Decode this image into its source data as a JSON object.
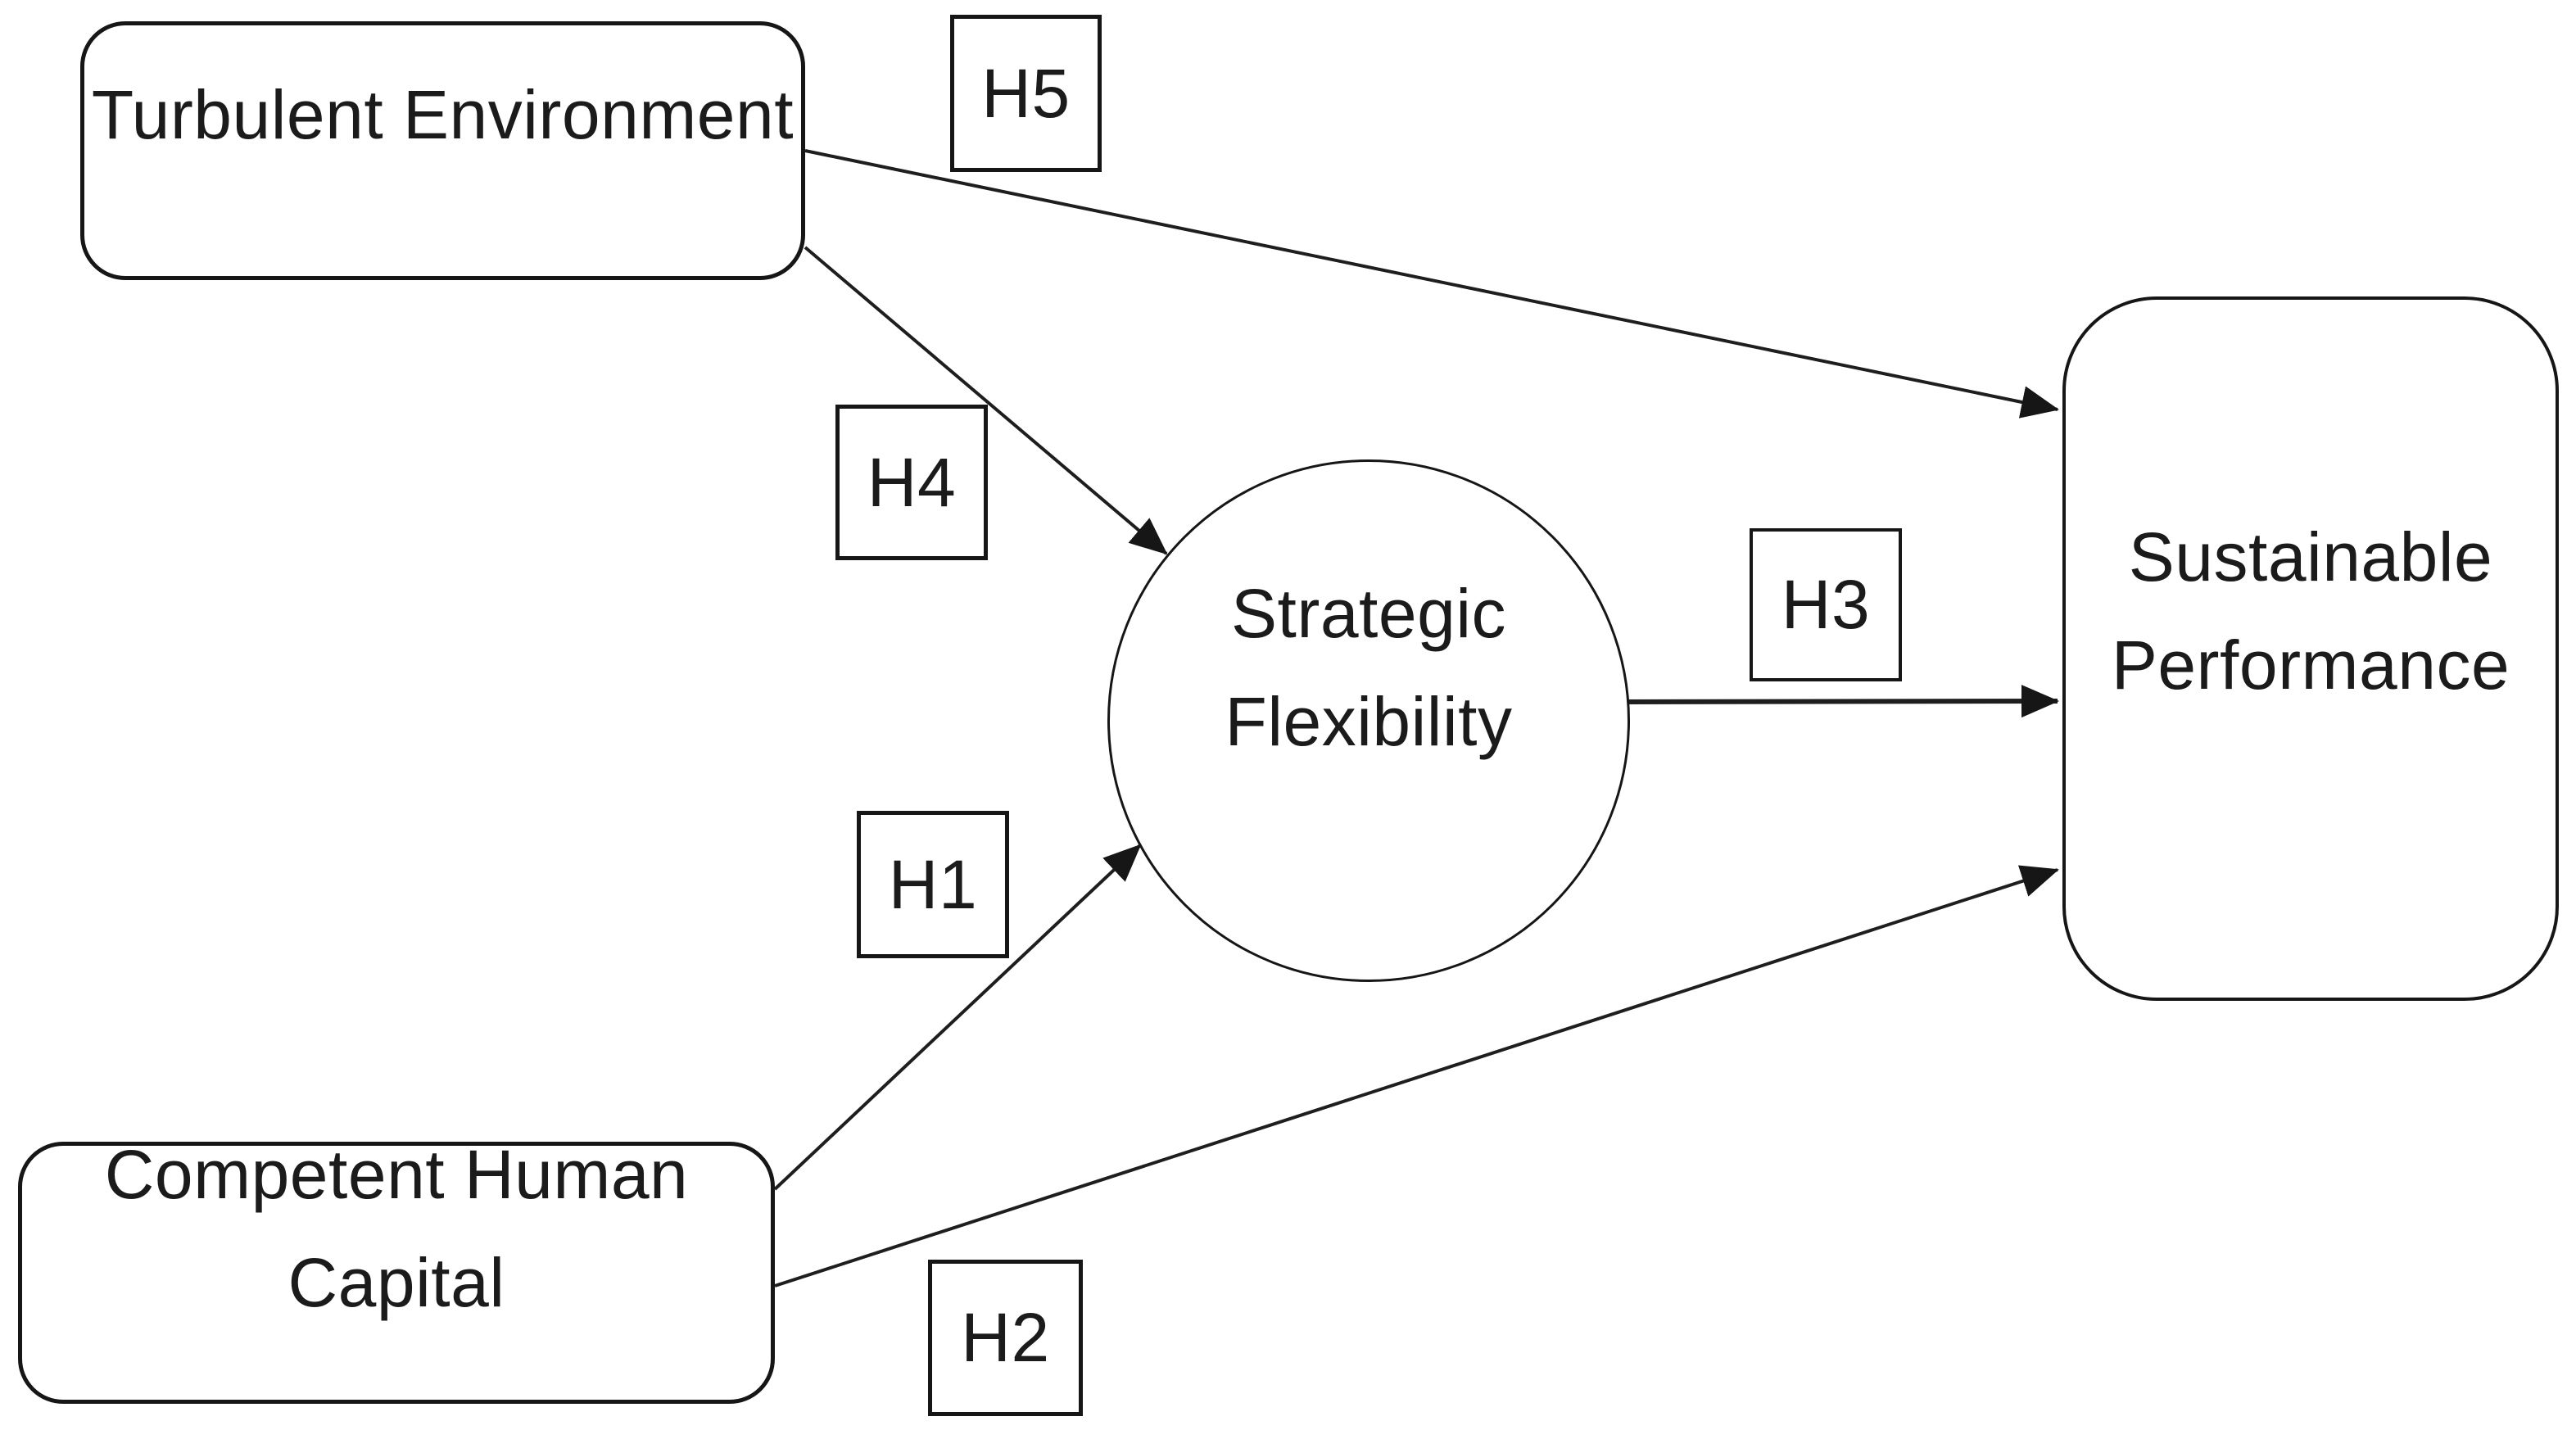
{
  "diagram": {
    "type": "conceptual-model",
    "background": "#ffffff",
    "stroke_color": "#1b1b1b",
    "text_color": "#1b1b1b"
  },
  "nodes": {
    "turbulent_environment": {
      "label": "Turbulent Environment",
      "shape": "rounded-rectangle"
    },
    "competent_human_capital": {
      "label": "Competent Human Capital",
      "shape": "rounded-rectangle"
    },
    "strategic_flexibility": {
      "line1": "Strategic",
      "line2": "Flexibility",
      "shape": "circle"
    },
    "sustainable_performance": {
      "line1": "Sustainable",
      "line2": "Performance",
      "shape": "rounded-rectangle"
    }
  },
  "hypothesis_labels": {
    "h1": "H1",
    "h2": "H2",
    "h3": "H3",
    "h4": "H4",
    "h5": "H5"
  },
  "edges": [
    {
      "label": "H1",
      "from": "Competent Human Capital",
      "to": "Strategic Flexibility"
    },
    {
      "label": "H2",
      "from": "Competent Human Capital",
      "to": "Sustainable Performance"
    },
    {
      "label": "H3",
      "from": "Strategic Flexibility",
      "to": "Sustainable Performance"
    },
    {
      "label": "H4",
      "from": "Turbulent Environment",
      "to": "Strategic Flexibility"
    },
    {
      "label": "H5",
      "from": "Turbulent Environment",
      "to": "Sustainable Performance"
    }
  ]
}
